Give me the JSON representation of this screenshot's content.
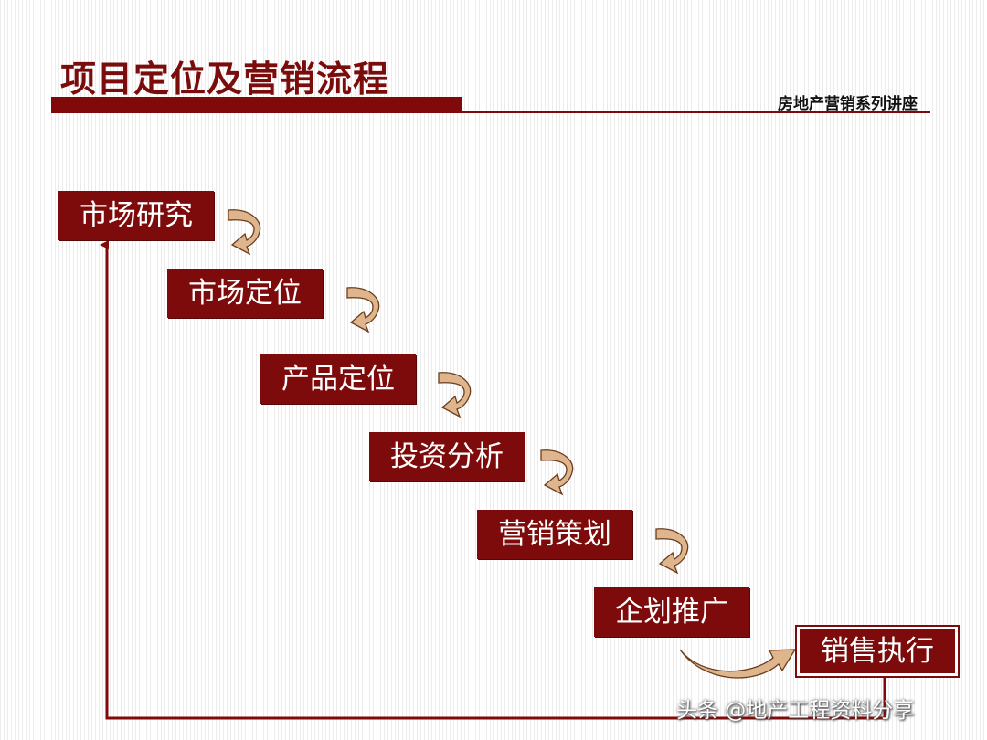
{
  "header": {
    "title": "项目定位及营销流程",
    "subtitle": "房地产营销系列讲座"
  },
  "flow": {
    "steps": [
      "市场研究",
      "市场定位",
      "产品定位",
      "投资分析",
      "营销策划",
      "企划推广",
      "销售执行"
    ]
  },
  "watermark": "头条 @地产工程资料分享",
  "colors": {
    "brand_dark_red": "#7e0b0b",
    "arrow_fill": "#deb58c",
    "arrow_stroke": "#6b3d1c"
  }
}
